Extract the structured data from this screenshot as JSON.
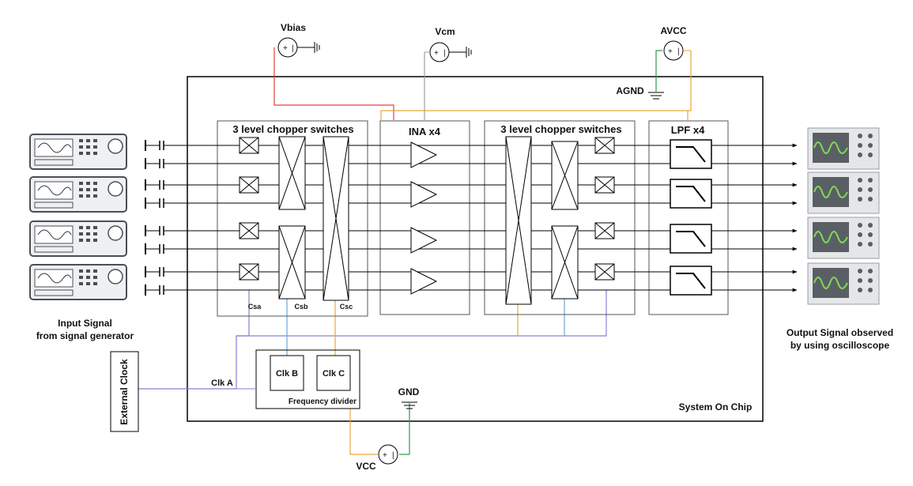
{
  "sources": {
    "vbias": "Vbias",
    "vcm": "Vcm",
    "avcc": "AVCC",
    "agnd": "AGND",
    "gnd": "GND",
    "vcc": "VCC",
    "plus_sign": "+",
    "minus_sign": "|"
  },
  "blocks": {
    "chopper_in_title": "3 level chopper switches",
    "ina_title": "INA x4",
    "chopper_out_title": "3 level chopper switches",
    "lpf_title": "LPF x4",
    "soc_label": "System On Chip",
    "freq_divider": "Frequency divider",
    "clk_b": "Clk B",
    "clk_c": "Clk C",
    "clk_a": "Clk A",
    "external_clock": "External Clock",
    "csa": "Csa",
    "csb": "Csb",
    "csc": "Csc"
  },
  "io": {
    "input_line1": "Input Signal",
    "input_line2": "from signal generator",
    "output_line1": "Output Signal observed",
    "output_line2": "by using oscilloscope"
  },
  "colors": {
    "red": "#e0443b",
    "orange": "#e8a63a",
    "gray": "#9e9e9e",
    "green": "#2e9e4a",
    "blue": "#6aa6d8",
    "purple": "#8a7fd0"
  },
  "icons": [
    "signal-generator-icon",
    "oscilloscope-icon",
    "ground-icon",
    "voltage-source-icon",
    "capacitor-icon",
    "amplifier-icon",
    "lowpass-filter-icon",
    "switch-icon"
  ]
}
